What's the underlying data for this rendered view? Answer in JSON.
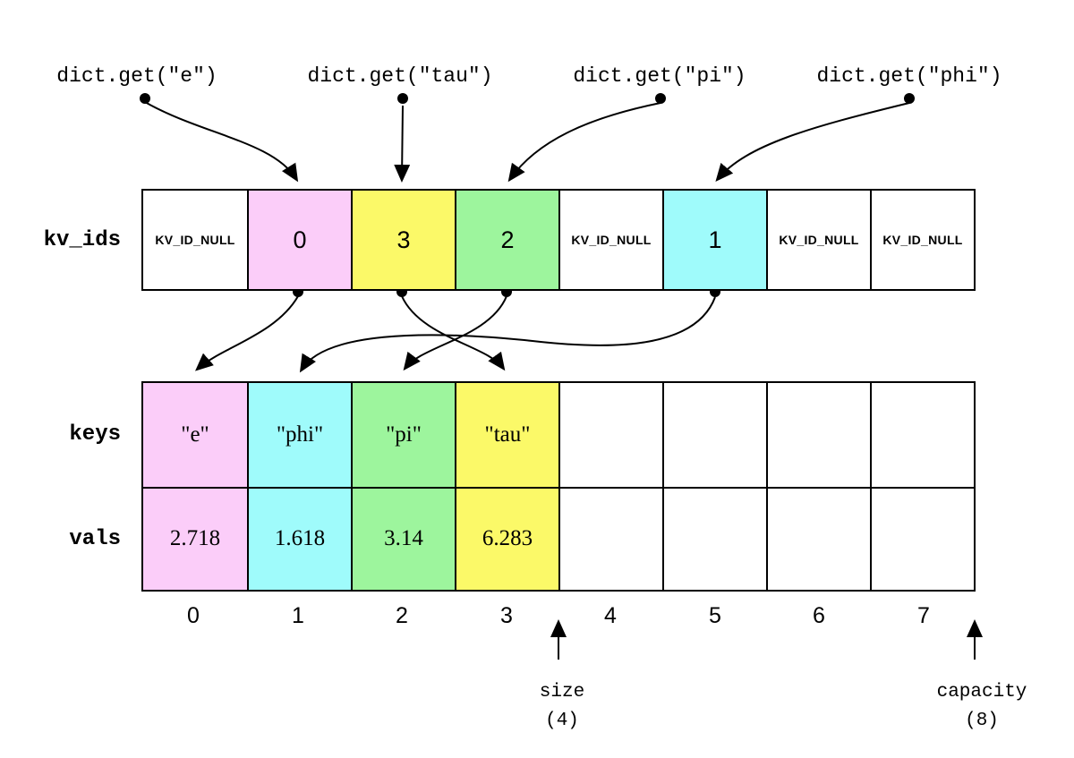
{
  "top_calls": [
    {
      "label": "dict.get(\"e\")",
      "points_to_kv_ids_index": 1
    },
    {
      "label": "dict.get(\"tau\")",
      "points_to_kv_ids_index": 2
    },
    {
      "label": "dict.get(\"pi\")",
      "points_to_kv_ids_index": 3
    },
    {
      "label": "dict.get(\"phi\")",
      "points_to_kv_ids_index": 5
    }
  ],
  "rows": {
    "kv_ids": {
      "label": "kv_ids",
      "cells": [
        {
          "text": "KV_ID_NULL",
          "color": "#ffffff"
        },
        {
          "text": "0",
          "color": "#fbcdf9"
        },
        {
          "text": "3",
          "color": "#fbf968"
        },
        {
          "text": "2",
          "color": "#9df59d"
        },
        {
          "text": "KV_ID_NULL",
          "color": "#ffffff"
        },
        {
          "text": "1",
          "color": "#9ffbfb"
        },
        {
          "text": "KV_ID_NULL",
          "color": "#ffffff"
        },
        {
          "text": "KV_ID_NULL",
          "color": "#ffffff"
        }
      ]
    },
    "keys": {
      "label": "keys",
      "cells": [
        {
          "text": "\"e\"",
          "color": "#fbcdf9"
        },
        {
          "text": "\"phi\"",
          "color": "#9ffbfb"
        },
        {
          "text": "\"pi\"",
          "color": "#9df59d"
        },
        {
          "text": "\"tau\"",
          "color": "#fbf968"
        },
        {
          "text": "",
          "color": "#ffffff"
        },
        {
          "text": "",
          "color": "#ffffff"
        },
        {
          "text": "",
          "color": "#ffffff"
        },
        {
          "text": "",
          "color": "#ffffff"
        }
      ]
    },
    "vals": {
      "label": "vals",
      "cells": [
        {
          "text": "2.718",
          "color": "#fbcdf9"
        },
        {
          "text": "1.618",
          "color": "#9ffbfb"
        },
        {
          "text": "3.14",
          "color": "#9df59d"
        },
        {
          "text": "6.283",
          "color": "#fbf968"
        },
        {
          "text": "",
          "color": "#ffffff"
        },
        {
          "text": "",
          "color": "#ffffff"
        },
        {
          "text": "",
          "color": "#ffffff"
        },
        {
          "text": "",
          "color": "#ffffff"
        }
      ]
    }
  },
  "indices": [
    "0",
    "1",
    "2",
    "3",
    "4",
    "5",
    "6",
    "7"
  ],
  "links_kv_ids_to_keys": [
    {
      "from_kv_ids_index": 1,
      "to_keys_index": 0
    },
    {
      "from_kv_ids_index": 2,
      "to_keys_index": 3
    },
    {
      "from_kv_ids_index": 3,
      "to_keys_index": 2
    },
    {
      "from_kv_ids_index": 5,
      "to_keys_index": 1
    }
  ],
  "markers": {
    "size": {
      "label": "size",
      "value": "(4)"
    },
    "capacity": {
      "label": "capacity",
      "value": "(8)"
    }
  },
  "colors": {
    "entry_0": "#fbcdf9",
    "entry_1": "#9ffbfb",
    "entry_2": "#9df59d",
    "entry_3": "#fbf968",
    "line": "#000000",
    "background": "#ffffff"
  }
}
